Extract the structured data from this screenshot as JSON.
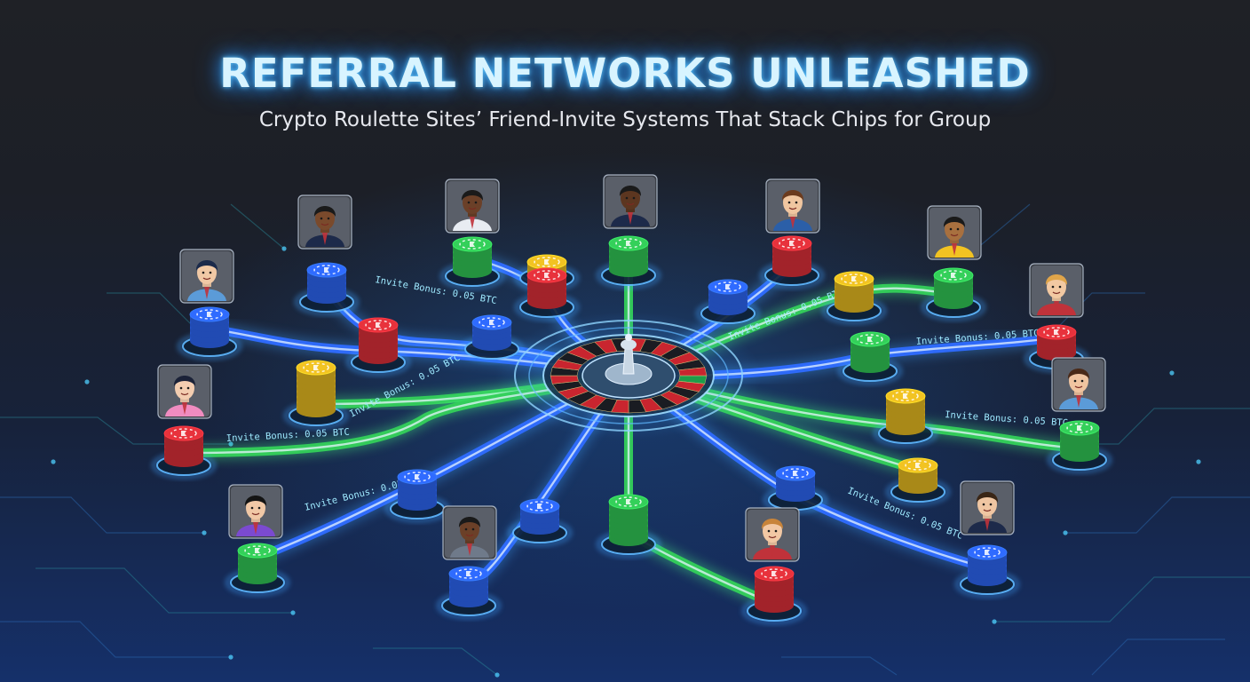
{
  "header": {
    "title": "REFERRAL NETWORKS UNLEASHED",
    "subtitle": "Crypto Roulette Sites’ Friend-Invite Systems That Stack Chips for Group"
  },
  "hub": {
    "icon": "roulette-wheel-icon"
  },
  "colors": {
    "blue": "#2f6bff",
    "green": "#34d05a",
    "red": "#e8323c",
    "yellow": "#f2c322",
    "glow_blue": "#3fa2ff",
    "glow_green": "#4cff88"
  },
  "bonus_labels": [
    "Invite Bonus: 0.05 BTC",
    "Invite Bonus: 0.05 BTC",
    "Invite Bonus: 0.05 BTC",
    "Invite Bonus: 0.05 BTC",
    "Invite Bonus: 0.05 BTC",
    "Invite Bonus: 0.05 BTC",
    "Invite Bonus: 0.05 BTC",
    "Invite Bonus: 0.05 BTC"
  ],
  "avatars": [
    {
      "skin": "#f1c9a5",
      "hair": "#1b2a4a",
      "shirt": "#5b9bd8"
    },
    {
      "skin": "#7a4a2c",
      "hair": "#1a1a1a",
      "shirt": "#1d2a4a"
    },
    {
      "skin": "#6b4028",
      "hair": "#1a1a1a",
      "shirt": "#e8ecf2"
    },
    {
      "skin": "#5c3620",
      "hair": "#1a1a1a",
      "shirt": "#1d2a4a"
    },
    {
      "skin": "#f0c6a0",
      "hair": "#6b3b1e",
      "shirt": "#2b5fa8"
    },
    {
      "skin": "#a8703f",
      "hair": "#1a1a1a",
      "shirt": "#f2c322"
    },
    {
      "skin": "#f2c9a2",
      "hair": "#e0a54a",
      "shirt": "#c0323a"
    },
    {
      "skin": "#f0c4a0",
      "hair": "#4a2a18",
      "shirt": "#5b9bd8"
    },
    {
      "skin": "#f3cdb0",
      "hair": "#1b2238",
      "shirt": "#f08cc0"
    },
    {
      "skin": "#f1c8a6",
      "hair": "#141414",
      "shirt": "#7b4ad0"
    },
    {
      "skin": "#6b4028",
      "hair": "#1a1a1a",
      "shirt": "#6f7a8a"
    },
    {
      "skin": "#f2c8a4",
      "hair": "#c8843a",
      "shirt": "#c0323a"
    },
    {
      "skin": "#f0c6a2",
      "hair": "#3a2616",
      "shirt": "#1d2a4a"
    }
  ]
}
